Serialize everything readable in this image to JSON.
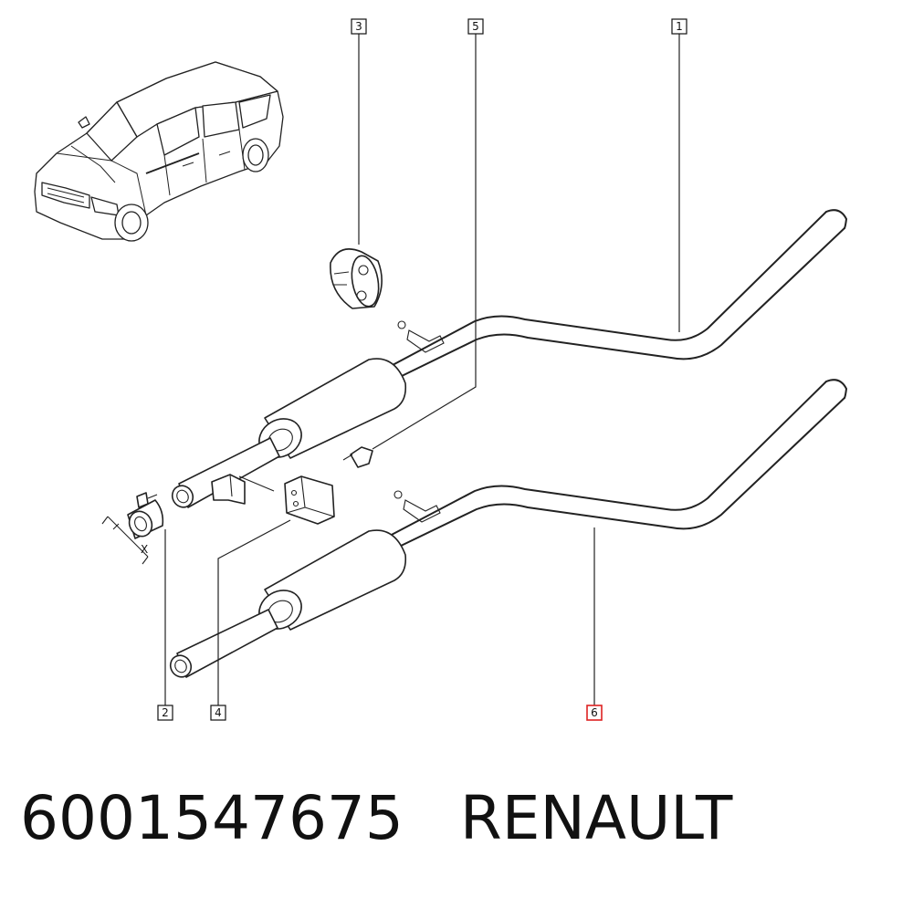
{
  "callouts": [
    {
      "id": "1",
      "label": "1"
    },
    {
      "id": "2",
      "label": "2"
    },
    {
      "id": "3",
      "label": "3"
    },
    {
      "id": "4",
      "label": "4"
    },
    {
      "id": "5",
      "label": "5"
    },
    {
      "id": "6",
      "label": "6",
      "highlighted": true
    }
  ],
  "axis_label": "X",
  "footer": {
    "part_number": "6001547675",
    "brand": "RENAULT"
  },
  "colors": {
    "line": "#222222",
    "highlight": "#dd2222",
    "background": "#ffffff"
  }
}
